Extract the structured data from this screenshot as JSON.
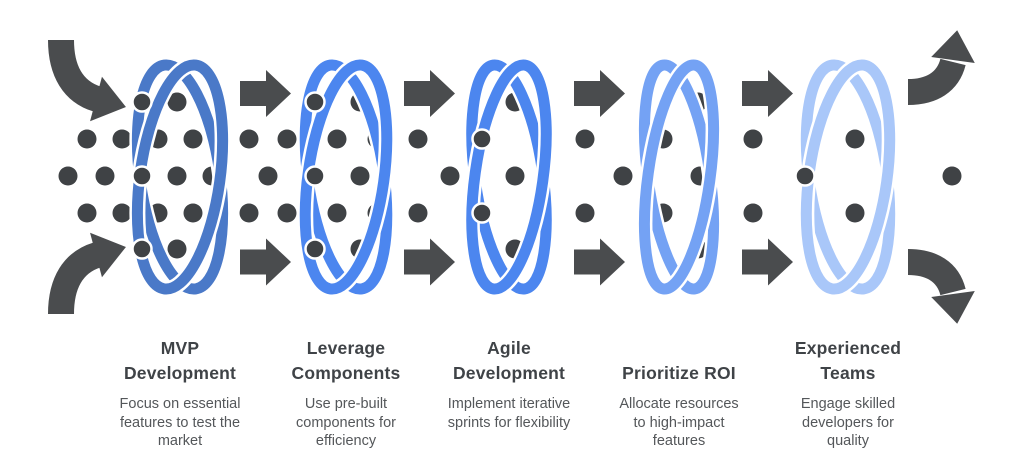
{
  "page": {
    "background_color": "#ffffff"
  },
  "diagram": {
    "type": "process-pipeline-filter",
    "ring_casing_color": "#ffffff",
    "dot_color": "#3f4245",
    "arrow_color": "#4a4c4e",
    "icons": {
      "between_steps": "arrow-right-icon",
      "inflow_top": "curved-arrow-down-right-icon",
      "inflow_bottom": "curved-arrow-up-right-icon",
      "outflow_top": "curved-arrow-up-right-icon",
      "outflow_bottom": "curved-arrow-down-right-icon"
    },
    "steps": [
      {
        "title": "MVP Development",
        "title_lines": [
          "MVP",
          "Development"
        ],
        "description": "Focus on essential features to test the market",
        "desc_lines": [
          "Focus on essential",
          "features to test the",
          "market"
        ],
        "ring_color": "#4a79c8"
      },
      {
        "title": "Leverage Components",
        "title_lines": [
          "Leverage",
          "Components"
        ],
        "description": "Use pre-built components for efficiency",
        "desc_lines": [
          "Use pre-built",
          "components for",
          "efficiency"
        ],
        "ring_color": "#4c86ef"
      },
      {
        "title": "Agile Development",
        "title_lines": [
          "Agile",
          "Development"
        ],
        "description": "Implement iterative sprints for flexibility",
        "desc_lines": [
          "Implement iterative",
          "sprints for flexibility"
        ],
        "ring_color": "#4c86ef"
      },
      {
        "title": "Prioritize ROI",
        "title_lines": [
          "Prioritize ROI"
        ],
        "description": "Allocate resources to high-impact features",
        "desc_lines": [
          "Allocate resources",
          "to high-impact",
          "features"
        ],
        "ring_color": "#74a2f4"
      },
      {
        "title": "Experienced Teams",
        "title_lines": [
          "Experienced",
          "Teams"
        ],
        "description": "Engage skilled developers for quality",
        "desc_lines": [
          "Engage skilled",
          "developers for",
          "quality"
        ],
        "ring_color": "#a9c7f9"
      }
    ]
  }
}
